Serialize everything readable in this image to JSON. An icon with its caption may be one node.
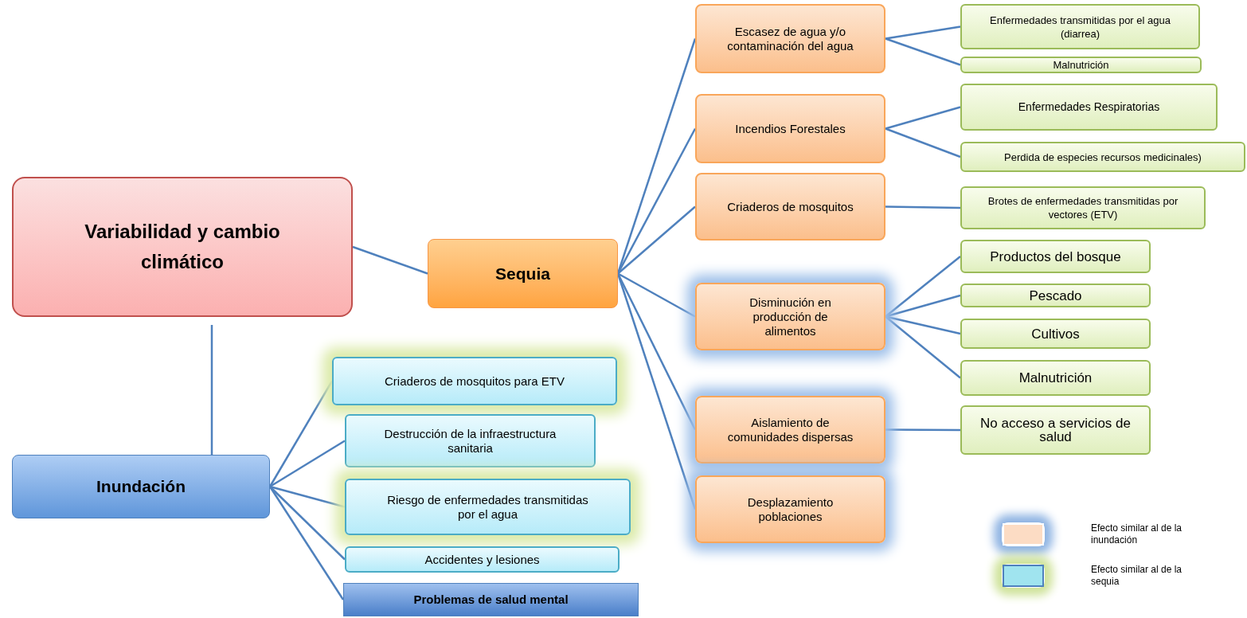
{
  "diagram": {
    "nodes": [
      {
        "text": [
          "Variabilidad y cambio climático"
        ]
      },
      {
        "text": [
          "Sequia"
        ]
      },
      {
        "text": [
          "Escasez de agua y/o contaminación del agua"
        ]
      },
      {
        "text": [
          "Enfermedades transmitidas por el agua (diarrea)"
        ]
      },
      {
        "text": [
          "Malnutrición"
        ]
      },
      {
        "text": [
          "Incendios Forestales"
        ]
      },
      {
        "text": [
          "Enfermedades Respiratorias"
        ]
      },
      {
        "text": [
          "Perdida de especies  recursos medicinales)"
        ]
      },
      {
        "text": [
          "Criaderos de mosquitos"
        ]
      },
      {
        "text": [
          "Brotes de enfermedades transmitidas por vectores (ETV)"
        ]
      },
      {
        "text": [
          "Disminución en producción de alimentos"
        ]
      },
      {
        "text": [
          "Productos del bosque"
        ]
      },
      {
        "text": [
          "Pescado"
        ]
      },
      {
        "text": [
          "Cultivos"
        ]
      },
      {
        "text": [
          "Malnutrición"
        ]
      },
      {
        "text": [
          "Aislamiento de comunidades dispersas"
        ]
      },
      {
        "text": [
          "No acceso a servicios de salud"
        ]
      },
      {
        "text": [
          "Desplazamiento poblaciones"
        ]
      },
      {
        "text": [
          "Inundación"
        ]
      },
      {
        "text": [
          "Criaderos de mosquitos para  ETV"
        ]
      },
      {
        "text": [
          "Destrucción de la infraestructura sanitaria"
        ]
      },
      {
        "text": [
          "Riesgo de enfermedades transmitidas por el agua"
        ]
      },
      {
        "text": [
          "Accidentes y lesiones"
        ]
      },
      {
        "text": [
          "Problemas de salud mental"
        ]
      }
    ],
    "edges": [
      {
        "from": 0,
        "to": 1,
        "arrow": "none"
      },
      {
        "from": 0,
        "to": 18,
        "arrow": "none"
      },
      {
        "from": 1,
        "to": 2,
        "arrow": "none"
      },
      {
        "from": 1,
        "to": 5,
        "arrow": "none"
      },
      {
        "from": 1,
        "to": 8,
        "arrow": "none"
      },
      {
        "from": 1,
        "to": 10,
        "arrow": "none"
      },
      {
        "from": 1,
        "to": 15,
        "arrow": "none"
      },
      {
        "from": 1,
        "to": 17,
        "arrow": "none"
      },
      {
        "from": 2,
        "to": 3,
        "arrow": "none"
      },
      {
        "from": 2,
        "to": 4,
        "arrow": "none"
      },
      {
        "from": 5,
        "to": 6,
        "arrow": "none"
      },
      {
        "from": 5,
        "to": 7,
        "arrow": "none"
      },
      {
        "from": 8,
        "to": 9,
        "arrow": "none"
      },
      {
        "from": 10,
        "to": 11,
        "arrow": "none"
      },
      {
        "from": 10,
        "to": 12,
        "arrow": "none"
      },
      {
        "from": 10,
        "to": 13,
        "arrow": "none"
      },
      {
        "from": 10,
        "to": 14,
        "arrow": "none"
      },
      {
        "from": 15,
        "to": 16,
        "arrow": "none"
      },
      {
        "from": 18,
        "to": 19,
        "arrow": "none"
      },
      {
        "from": 18,
        "to": 20,
        "arrow": "none"
      },
      {
        "from": 18,
        "to": 21,
        "arrow": "none"
      },
      {
        "from": 18,
        "to": 22,
        "arrow": "none"
      },
      {
        "from": 18,
        "to": 23,
        "arrow": "none"
      }
    ],
    "legend": [
      {
        "text": "Efecto similar al de la inundación",
        "color": "#fcdcc4"
      },
      {
        "text": "Efecto similar al de la sequia",
        "color": "#a0e4ef"
      }
    ]
  }
}
